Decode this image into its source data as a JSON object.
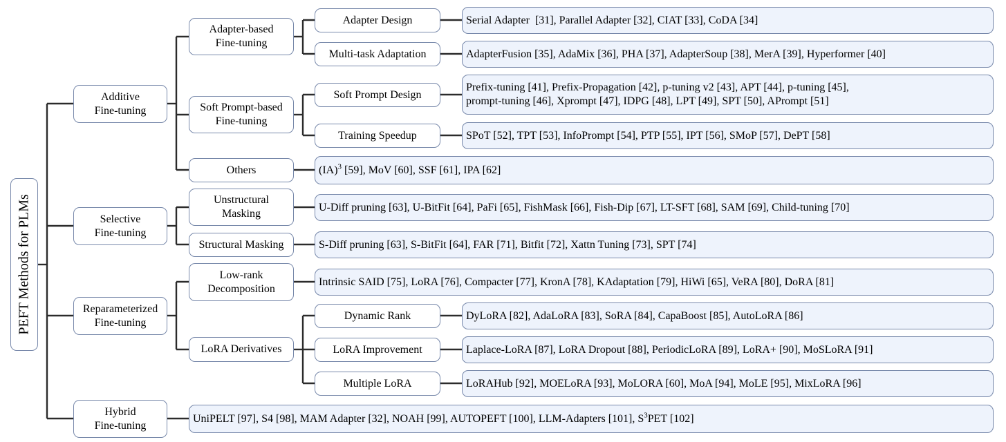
{
  "root": "PEFT Methods for PLMs",
  "categories": {
    "additive": "Additive\nFine-tuning",
    "selective": "Selective\nFine-tuning",
    "reparameterized": "Reparameterized\nFine-tuning",
    "hybrid": "Hybrid\nFine-tuning"
  },
  "subcategories": {
    "adapter_based": "Adapter-based\nFine-tuning",
    "soft_prompt_based": "Soft Prompt-based\nFine-tuning",
    "others": "Others",
    "unstructural_masking": "Unstructural\nMasking",
    "structural_masking": "Structural Masking",
    "low_rank_decomposition": "Low-rank\nDecomposition",
    "lora_derivatives": "LoRA Derivatives"
  },
  "topics": {
    "adapter_design": "Adapter Design",
    "multi_task_adaptation": "Multi-task Adaptation",
    "soft_prompt_design": "Soft Prompt Design",
    "training_speedup": "Training Speedup",
    "dynamic_rank": "Dynamic Rank",
    "lora_improvement": "LoRA Improvement",
    "multiple_lora": "Multiple LoRA"
  },
  "methods": {
    "adapter_design": "Serial Adapter  [31], Parallel Adapter [32], CIAT [33], CoDA [34]",
    "multi_task_adaptation": "AdapterFusion [35], AdaMix [36], PHA [37], AdapterSoup [38], MerA [39], Hyperformer [40]",
    "soft_prompt_design_line1": "Prefix-tuning [41], Prefix-Propagation [42], p-tuning v2 [43], APT [44], p-tuning [45],",
    "soft_prompt_design_line2": "prompt-tuning [46], Xprompt [47], IDPG [48], LPT [49], SPT [50], APrompt [51]",
    "training_speedup": "SPoT [52], TPT [53], InfoPrompt [54], PTP [55], IPT [56], SMoP [57], DePT [58]",
    "others_prefix": "(IA)",
    "others_sup": "3",
    "others_rest": " [59], MoV [60], SSF [61], IPA [62]",
    "unstructural_masking": "U-Diff pruning [63], U-BitFit [64], PaFi [65], FishMask [66], Fish-Dip [67], LT-SFT [68], SAM [69], Child-tuning [70]",
    "structural_masking": "S-Diff pruning [63], S-BitFit [64], FAR [71], Bitfit [72], Xattn Tuning [73], SPT [74]",
    "low_rank_decomposition": "Intrinsic SAID [75], LoRA [76], Compacter [77], KronA [78], KAdaptation [79], HiWi [65], VeRA [80], DoRA [81]",
    "dynamic_rank": "DyLoRA [82], AdaLoRA [83], SoRA [84], CapaBoost [85], AutoLoRA [86]",
    "lora_improvement": "Laplace-LoRA [87], LoRA Dropout [88], PeriodicLoRA [89], LoRA+ [90], MoSLoRA [91]",
    "multiple_lora": "LoRAHub [92], MOELoRA [93], MoLORA [60], MoA [94], MoLE [95], MixLoRA [96]",
    "hybrid_prefix": "UniPELT [97], S4 [98], MAM Adapter [32], NOAH [99], AUTOPEFT [100], LLM-Adapters [101], S",
    "hybrid_sup": "3",
    "hybrid_rest": "PET [102]"
  },
  "colors": {
    "edge": "#2b2b2b",
    "border": "#7788aa",
    "leaf_fill": "#eef3fc"
  }
}
